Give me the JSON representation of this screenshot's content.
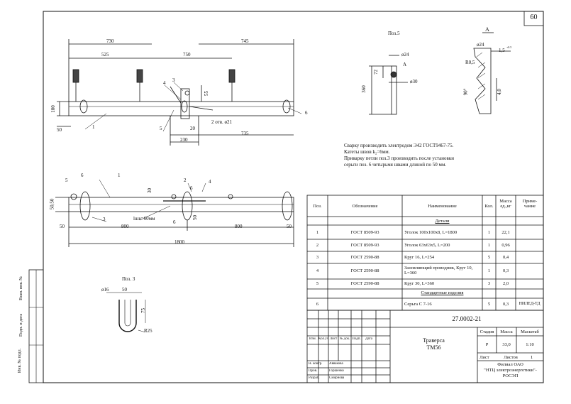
{
  "sheet_number": "60",
  "sections": {
    "pos5": "Поз.5",
    "section_a": "А",
    "pos3": "Поз. 3"
  },
  "notes": [
    "Сварку производить электродом Э42 ГОСТ9467-75.",
    "Катеты швов k₂=6мм.",
    "Приварку петли поз.3 производить после установки",
    "серьги поз. 6 четырьмя швами длиной по 50 мм."
  ],
  "dims_top": {
    "d730": "730",
    "d745": "745",
    "d525": "525",
    "d750": "750",
    "d735": "735",
    "d50": "50",
    "d100": "100",
    "d230": "230",
    "d55": "55",
    "d20": "20",
    "holes": "2 отв. ø21",
    "p1": "1",
    "p3": "3",
    "p4": "4",
    "p5": "5",
    "p6": "6"
  },
  "dims_pos5": {
    "d24": "ø24",
    "d30": "ø30",
    "d72": "72",
    "d360": "360",
    "a": "А"
  },
  "dims_a": {
    "d24": "ø24",
    "d15": "1,5",
    "r05": "R0,5",
    "d90": "90°",
    "d40": "4,0",
    "sup": "+0.5"
  },
  "dims_plan": {
    "d30": "30",
    "lsh": "lшв=60мм",
    "d800a": "800",
    "d800b": "800",
    "d50a": "50",
    "d50b": "50",
    "d1800": "1800",
    "d5050": "50,50",
    "d50c": "50",
    "p1": "1",
    "p2": "2",
    "p3": "3",
    "p4": "4",
    "p5": "5",
    "p6a": "6",
    "p6b": "6",
    "p6c": "6"
  },
  "dims_pos3": {
    "d16": "ø16",
    "d50": "50",
    "d75": "75",
    "r25": "R25"
  },
  "spec": {
    "headers": {
      "pos": "Поз.",
      "designation": "Обозначение",
      "name": "Наименование",
      "qty": "Кол.",
      "mass": "Масса ед.,кг",
      "note": "Приме-чание"
    },
    "group_details": "Детали",
    "group_std": "Стандартные изделия",
    "rows": [
      {
        "pos": "1",
        "designation": "ГОСТ 8509-93",
        "name": "Уголок 100х100х8, L=1800",
        "qty": "1",
        "mass": "22,1",
        "note": ""
      },
      {
        "pos": "2",
        "designation": "ГОСТ 8509-93",
        "name": "Уголок 63х63х5, L=200",
        "qty": "1",
        "mass": "0,96",
        "note": ""
      },
      {
        "pos": "3",
        "designation": "ГОСТ 2590-88",
        "name": "Круг 16, L=254",
        "qty": "5",
        "mass": "0,4",
        "note": ""
      },
      {
        "pos": "4",
        "designation": "ГОСТ 2590-88",
        "name": "Заземляющий проводник, Круг 10, L=360",
        "qty": "1",
        "mass": "0,3",
        "note": ""
      },
      {
        "pos": "5",
        "designation": "ГОСТ 2590-88",
        "name": "Круг 30, L=360",
        "qty": "3",
        "mass": "2,0",
        "note": ""
      },
      {
        "pos": "6",
        "designation": "",
        "name": "Серьга С 7-16",
        "qty": "5",
        "mass": "0,3",
        "note": "НИЛЕД-ТД"
      }
    ]
  },
  "title_block": {
    "doc_number": "27.0002-21",
    "title_line1": "Траверса",
    "title_line2": "ТМ56",
    "stage_label": "Стадия",
    "mass_label": "Масса",
    "scale_label": "Масштаб",
    "stage": "Р",
    "mass": "33,0",
    "scale": "1:10",
    "sheet_label": "Лист",
    "sheets_label": "Листов",
    "sheets": "1",
    "org_line1": "Филиал ОАО",
    "org_line2": "\"НТЦ электроэнергетики\"-",
    "org_line3": "РОСЭП",
    "cols": [
      "Изм.",
      "Кол.уч.",
      "Лист",
      "№ док.",
      "Подп.",
      "Дата"
    ],
    "roles": [
      {
        "role": "Н. контр.",
        "name": "Аввакова"
      },
      {
        "role": "Пров.",
        "name": "Горшенко"
      },
      {
        "role": "Разраб.",
        "name": "Смирнова"
      }
    ]
  },
  "side_stamp": [
    "Инв. № подл.",
    "Подп. и дата",
    "Взам. инв. №"
  ]
}
